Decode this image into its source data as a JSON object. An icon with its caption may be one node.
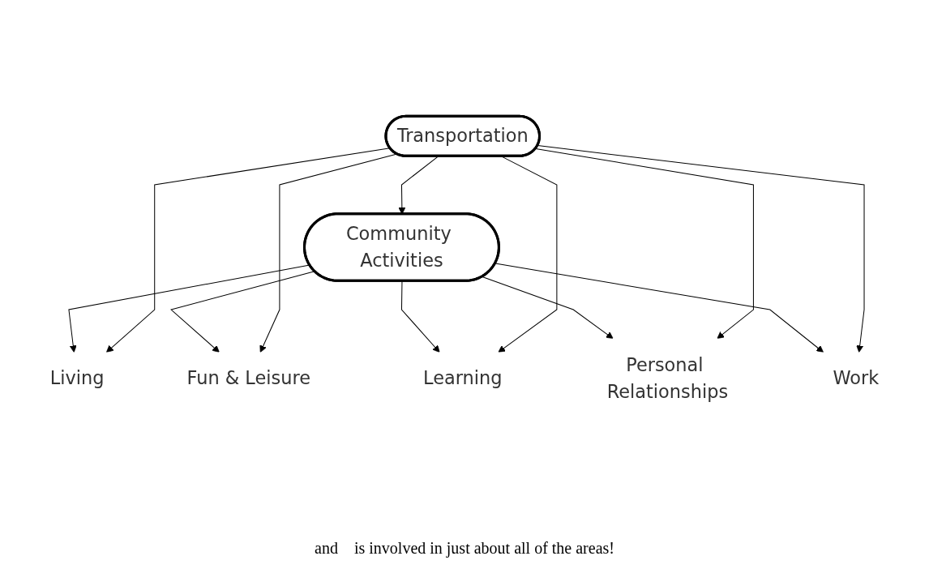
{
  "diagram": {
    "nodes": [
      {
        "text": [
          "Community Activities"
        ]
      },
      {
        "text": [
          "Living"
        ]
      },
      {
        "text": [
          "Fun & Leisure"
        ]
      },
      {
        "text": [
          "Learning"
        ]
      },
      {
        "text": [
          "Personal Relationships"
        ]
      },
      {
        "text": [
          "Work"
        ]
      },
      {
        "text": [
          "Transportation"
        ]
      }
    ],
    "edges": [
      {
        "from": 0,
        "to": 1,
        "arrow": "to"
      },
      {
        "from": 0,
        "to": 2,
        "arrow": "to"
      },
      {
        "from": 0,
        "to": 3,
        "arrow": "to"
      },
      {
        "from": 0,
        "to": 4,
        "arrow": "to"
      },
      {
        "from": 0,
        "to": 5,
        "arrow": "to"
      },
      {
        "from": 6,
        "to": 0,
        "arrow": "to"
      },
      {
        "from": 6,
        "to": 1,
        "arrow": "to"
      },
      {
        "from": 6,
        "to": 2,
        "arrow": "to"
      },
      {
        "from": 6,
        "to": 3,
        "arrow": "to"
      },
      {
        "from": 6,
        "to": 4,
        "arrow": "to"
      },
      {
        "from": 6,
        "to": 5,
        "arrow": "to"
      }
    ],
    "labels": [
      "and",
      "is involved in just about all of the areas!"
    ]
  }
}
